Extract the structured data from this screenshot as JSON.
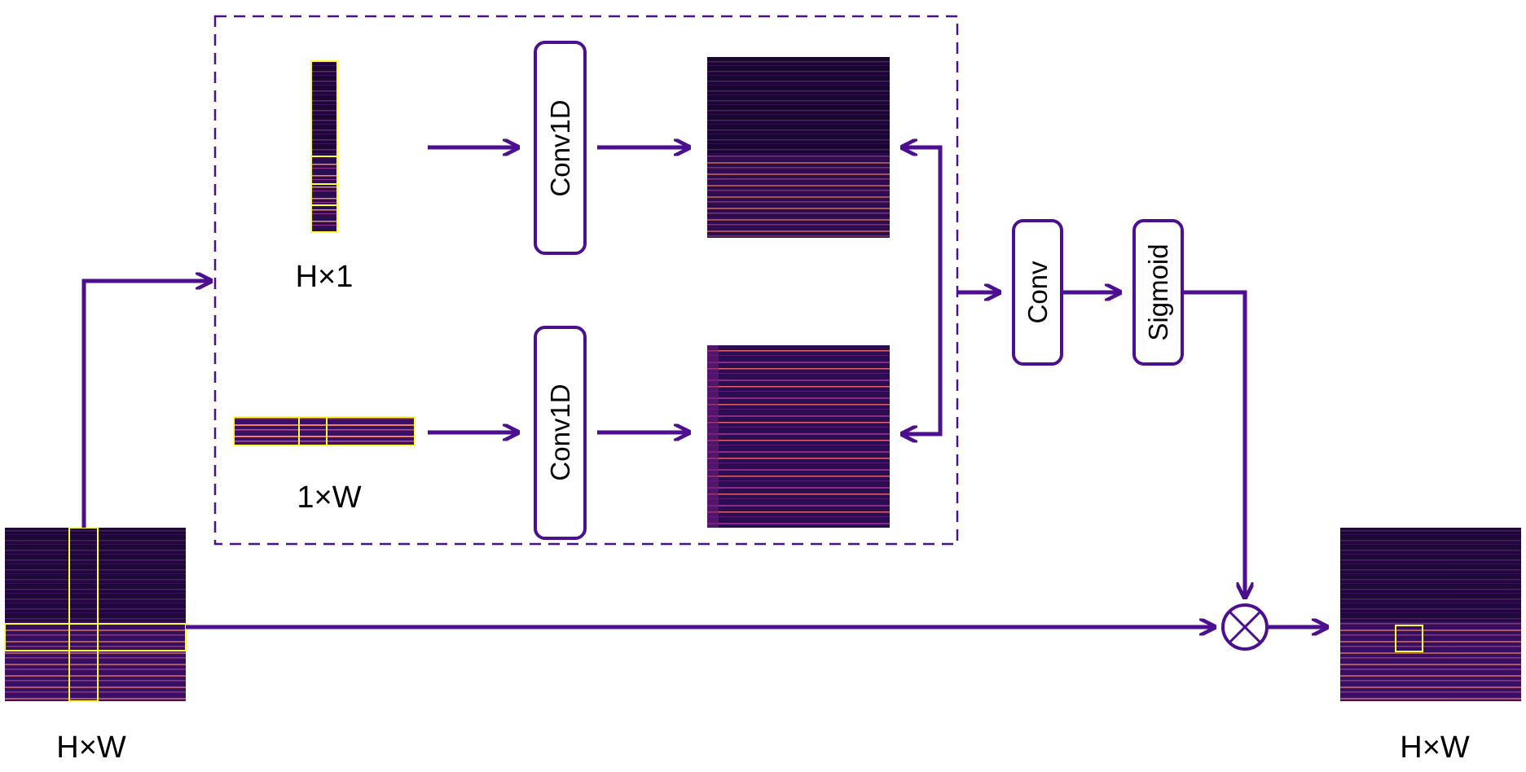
{
  "labels": {
    "input_size": "H×W",
    "output_size": "H×W",
    "column_pool_size": "H×1",
    "row_pool_size": "1×W"
  },
  "blocks": {
    "conv1d_top": "Conv1D",
    "conv1d_bottom": "Conv1D",
    "conv": "Conv",
    "sigmoid": "Sigmoid"
  },
  "operators": {
    "multiply": "⊗"
  },
  "colors": {
    "accent": "#4b0f8f",
    "highlight": "#ffff33",
    "spectrogram_dark": "#0c0620",
    "spectrogram_mid": "#3b0f70",
    "spectrogram_bright": "#f37a5a"
  }
}
